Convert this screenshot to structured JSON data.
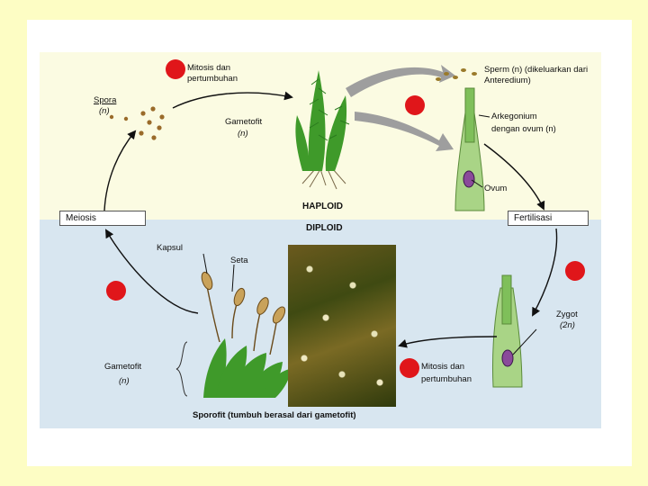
{
  "labels": {
    "spora": "Spora",
    "spora_ploidy": "(n)",
    "gametofit_top": "Gametofit",
    "gametofit_top_ploidy": "(n)",
    "mitosis_top_1": "Mitosis dan",
    "mitosis_top_2": "pertumbuhan",
    "sperm_1": "Sperm (n) (dikeluarkan dari",
    "sperm_2": "Anteredium)",
    "arkegonium_1": "Arkegonium",
    "arkegonium_2": "dengan ovum (n)",
    "ovum": "Ovum",
    "haploid": "HAPLOID",
    "diploid": "DIPLOID",
    "meiosis": "Meiosis",
    "fertilisasi": "Fertilisasi",
    "kapsul": "Kapsul",
    "seta": "Seta",
    "zygot": "Zygot",
    "zygot_ploidy": "(2n)",
    "mitosis_bottom_1": "Mitosis dan",
    "mitosis_bottom_2": "pertumbuhan",
    "gametofit_bottom": "Gametofit",
    "gametofit_bottom_ploidy": "(n)",
    "sporofit": "Sporofit (tumbuh berasal dari gametofit)"
  },
  "colors": {
    "page_bg": "#fdfdc4",
    "haploid_bg": "#fbfbe2",
    "diploid_bg": "#d8e6f0",
    "marker": "#e0161a",
    "plant_green": "#3f9a2a",
    "capsule_brown": "#c9a25a"
  }
}
